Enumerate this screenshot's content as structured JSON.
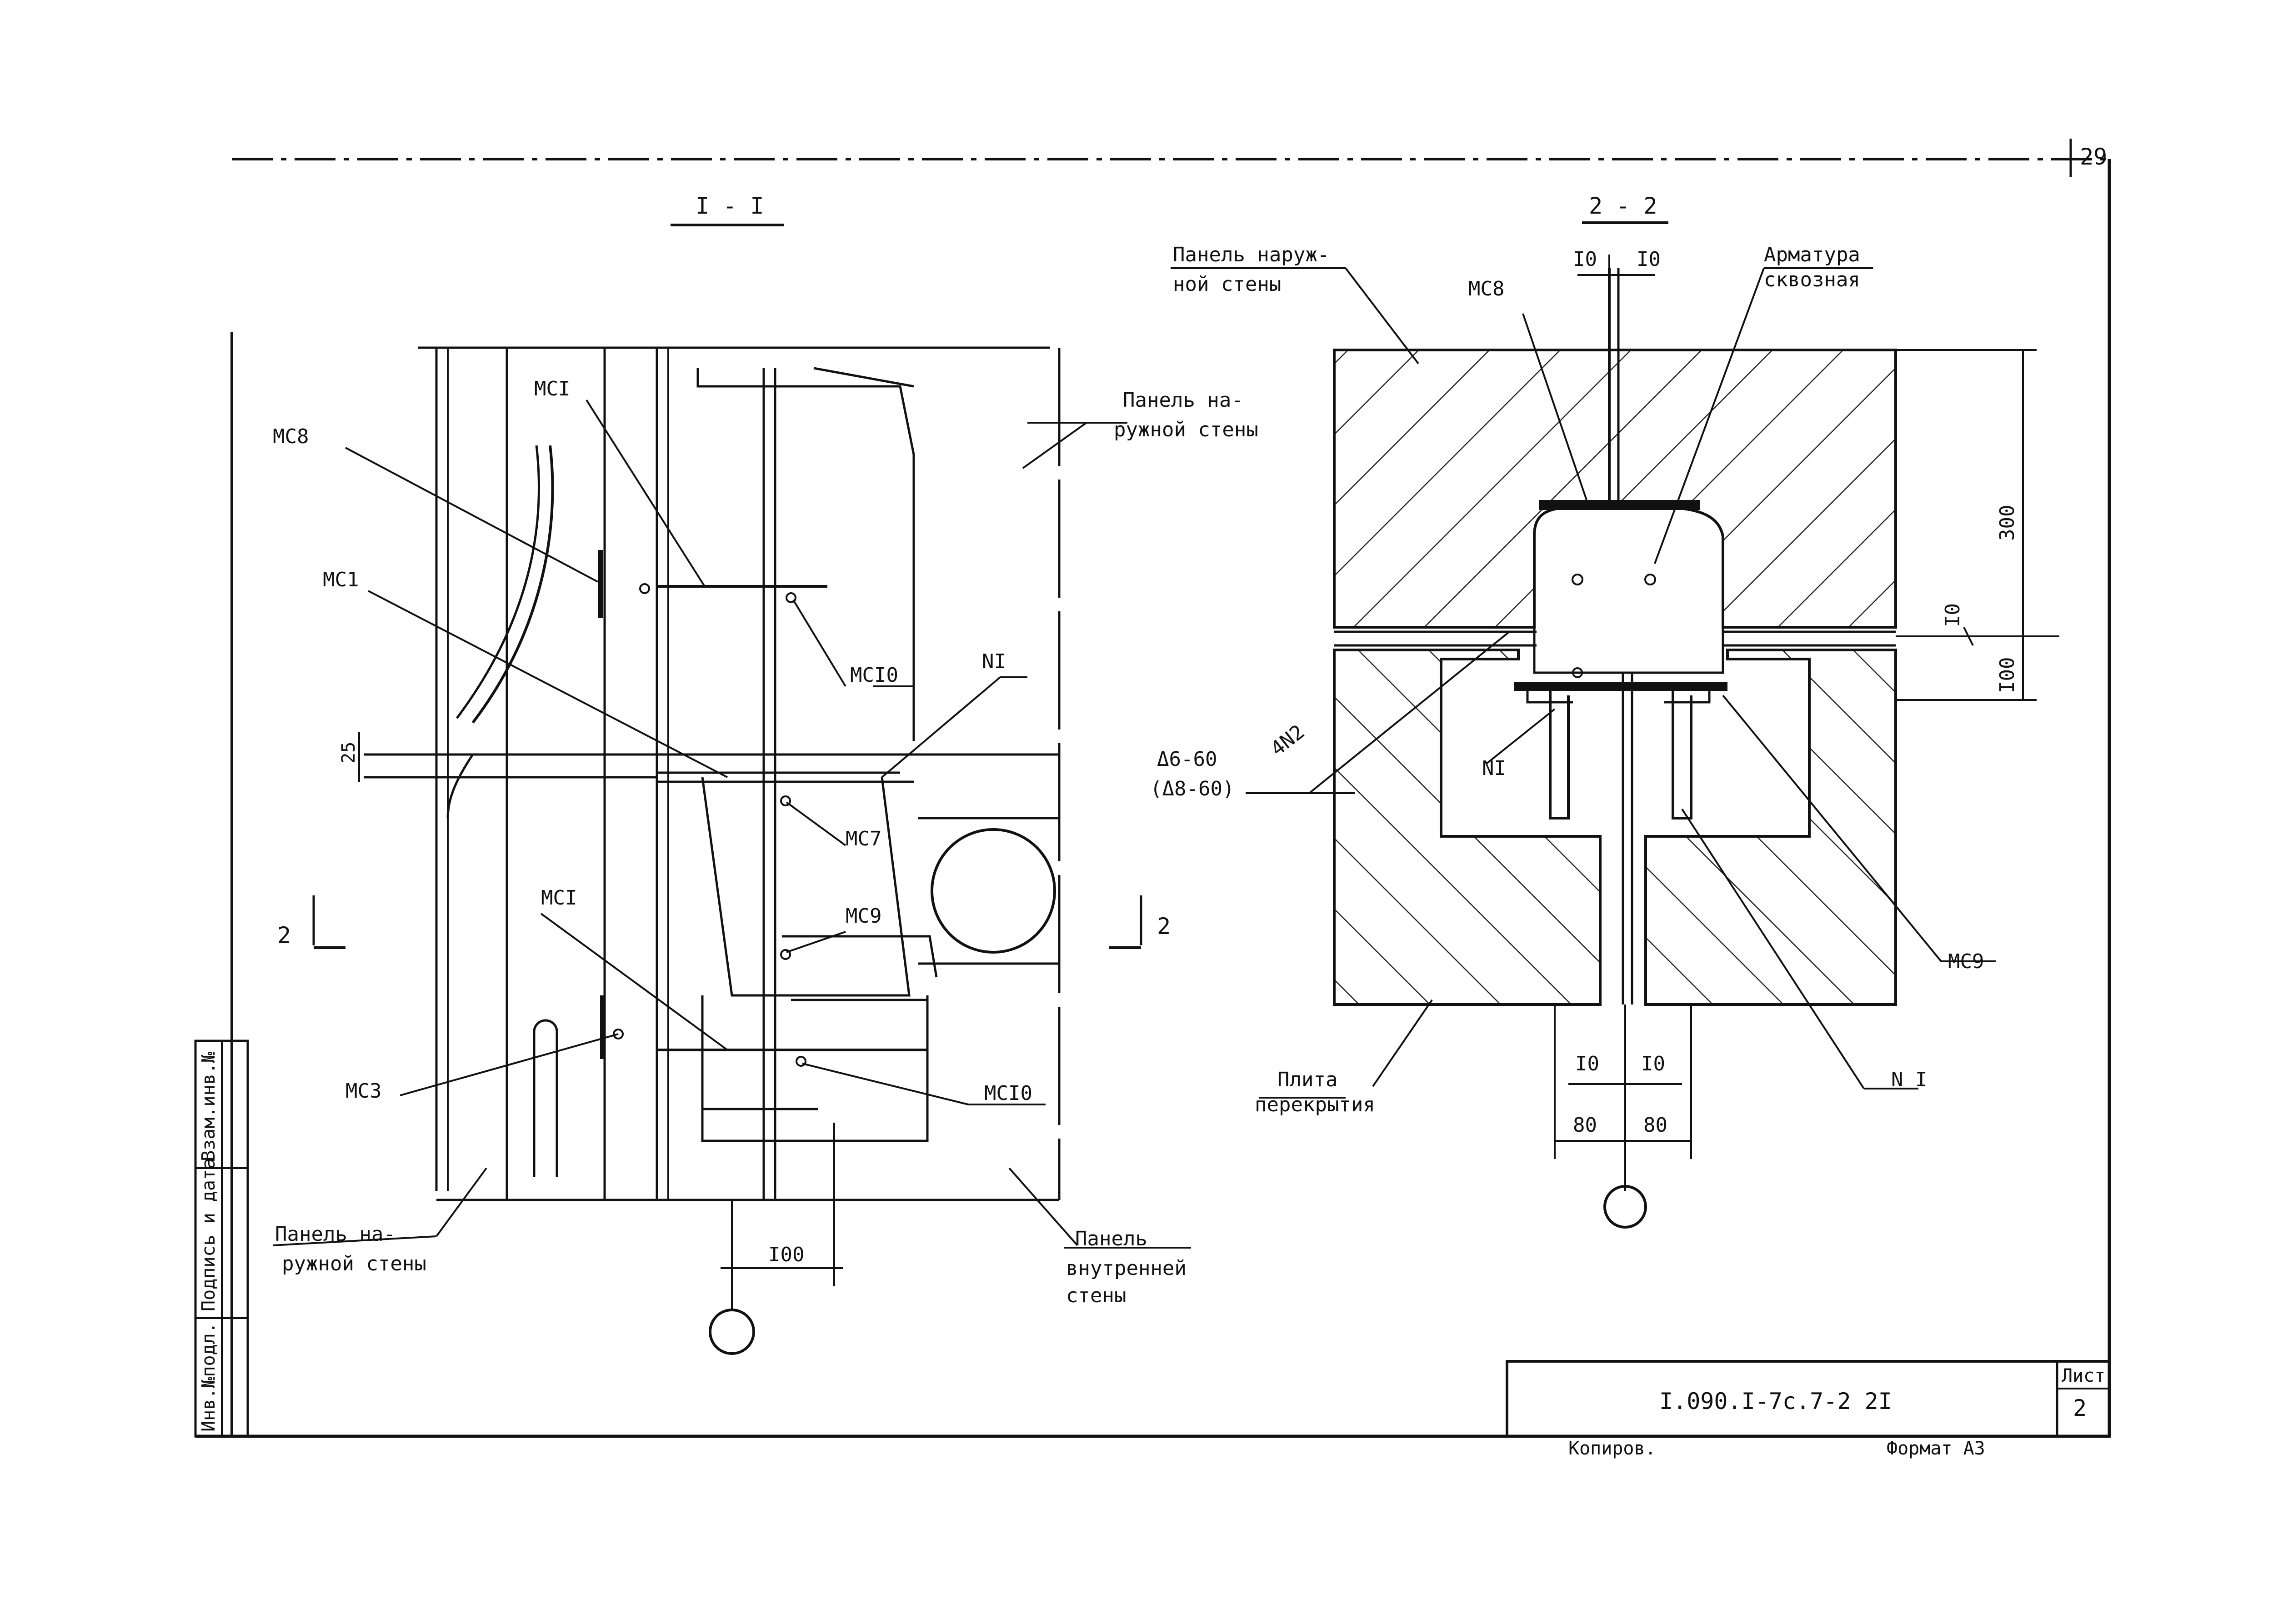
{
  "sheet": {
    "page_number": "29",
    "code": "I.090.I-7c.7-2 2I",
    "list_label": "Лист",
    "list_number": "2",
    "copied": "Копиров.",
    "format": "Формат А3"
  },
  "side_stamp": [
    "Инв.№подл.",
    "Подпись и дата",
    "Взам.инв.№"
  ],
  "section_1": {
    "title": "I - I",
    "labels": {
      "mc8": "MC8",
      "mc1_top": "MCI",
      "mc1_left": "MC1",
      "mc10_top": "MCI0",
      "n1": "NI",
      "dim_25": "25",
      "mc7": "MC7",
      "mc9": "MC9",
      "mc1_bottom": "MCI",
      "mc3": "MC3",
      "mc10_bottom": "MCI0",
      "dim_100": "I00",
      "panel_outer_right_1": "Панель на-",
      "panel_outer_right_2": "ружной стены",
      "panel_outer_left_1": "Панель на-",
      "panel_outer_left_2": "ружной стены",
      "panel_inner_1": "Панель",
      "panel_inner_2": "внутренней",
      "panel_inner_3": "стены"
    },
    "cut_left": "2",
    "cut_right": "2"
  },
  "section_2": {
    "title": "2 - 2",
    "labels": {
      "panel_outer_1": "Панель наруж-",
      "panel_outer_2": "ной стены",
      "mc8": "MC8",
      "dim_10a": "I0",
      "dim_10b": "I0",
      "rebar_1": "Арматура",
      "rebar_2": "сквозная",
      "dim_300": "300",
      "dim_10_side": "I0",
      "dim_100": "I00",
      "weld_1": "Δ6-60",
      "weld_2": "(Δ8-60)",
      "weld_n2": "4N2",
      "n1_left": "NI",
      "mc9": "MC9",
      "slab_1": "Плита",
      "slab_2": "перекрытия",
      "n1_right": "N I",
      "dim_10c": "I0",
      "dim_10d": "I0",
      "dim_80a": "80",
      "dim_80b": "80"
    }
  }
}
